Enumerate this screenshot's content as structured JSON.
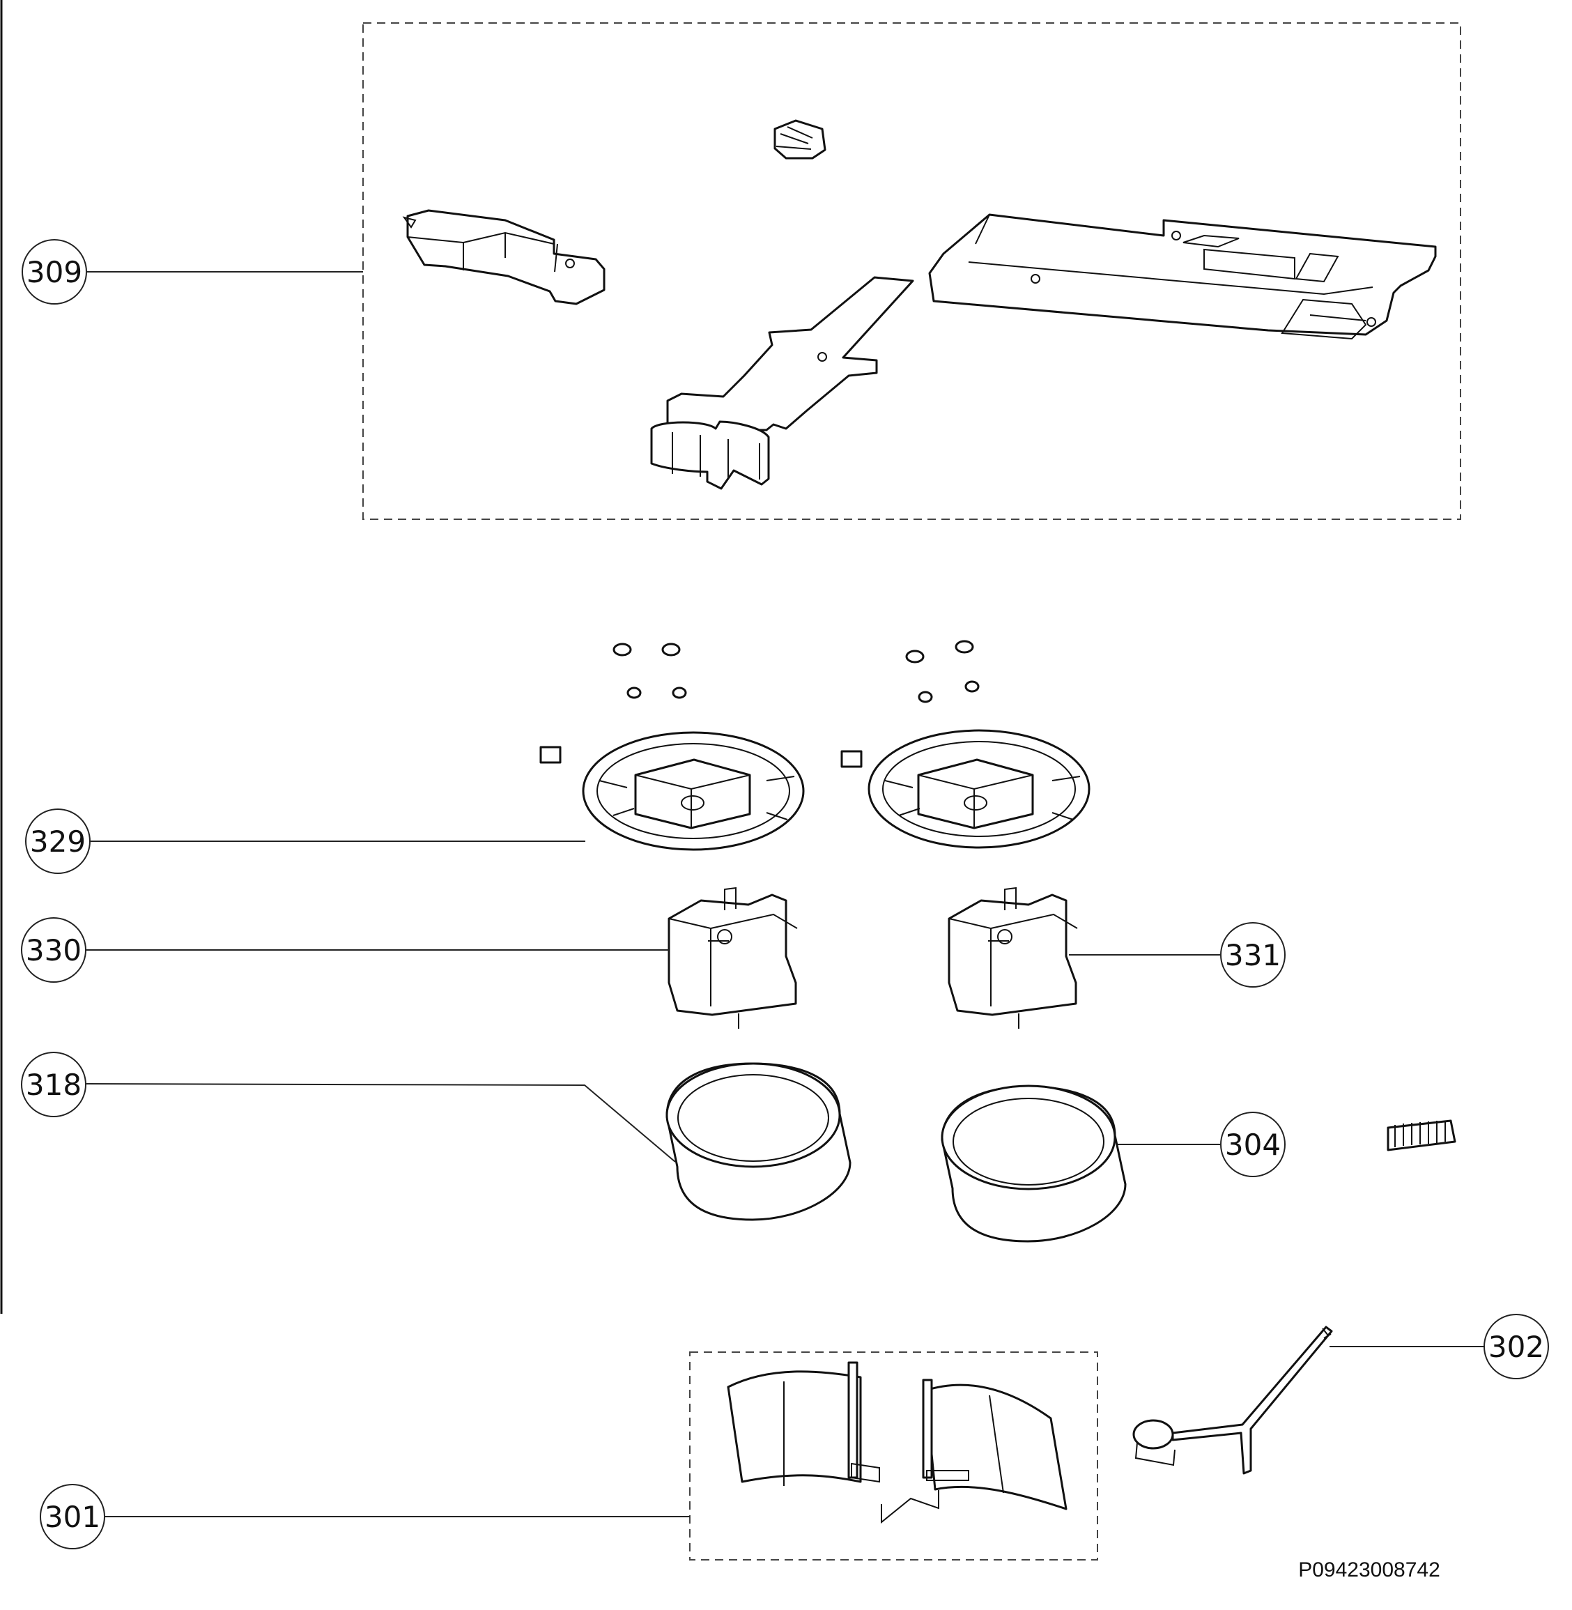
{
  "callouts": {
    "c309": "309",
    "c329": "329",
    "c330": "330",
    "c331": "331",
    "c318": "318",
    "c304": "304",
    "c302": "302",
    "c301": "301"
  },
  "document_id": "P09423008742"
}
